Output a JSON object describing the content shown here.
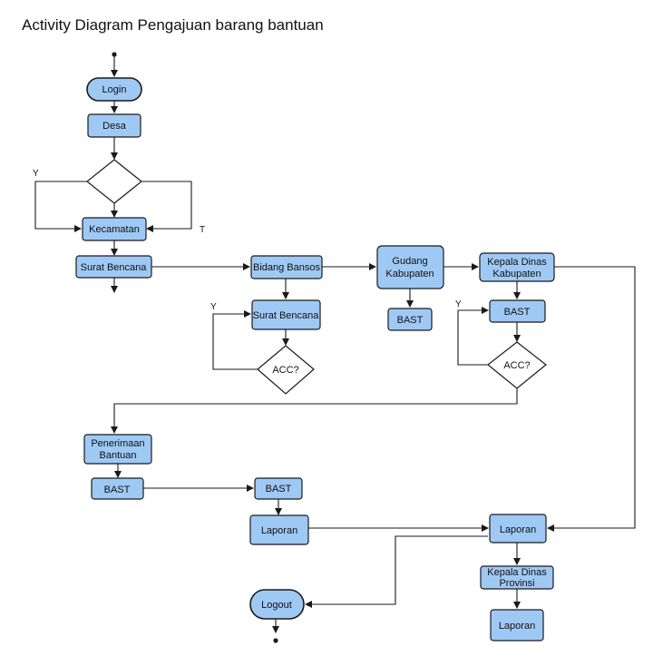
{
  "title": "Activity Diagram Pengajuan barang bantuan",
  "nodes": {
    "login": "Login",
    "desa": "Desa",
    "kecamatan": "Kecamatan",
    "surat_bencana_1": "Surat Bencana",
    "bidang_bansos": "Bidang Bansos",
    "surat_bencana_2": "Surat Bencana",
    "acc_1": "ACC?",
    "gudang_1": "Gudang",
    "gudang_2": "Kabupaten",
    "bast_gudang": "BAST",
    "kadis_kab_1": "Kepala Dinas",
    "kadis_kab_2": "Kabupaten",
    "bast_kadis": "BAST",
    "acc_2": "ACC?",
    "penerimaan_1": "Penerimaan",
    "penerimaan_2": "Bantuan",
    "bast_penerimaan": "BAST",
    "bast_2": "BAST",
    "laporan_1": "Laporan",
    "laporan_2": "Laporan",
    "kadis_prov_1": "Kepala Dinas",
    "kadis_prov_2": "Provinsi",
    "laporan_3": "Laporan",
    "logout": "Logout"
  },
  "labels": {
    "y_desa": "Y",
    "t_desa": "T",
    "y_acc1": "Y",
    "y_acc2": "Y"
  },
  "colors": {
    "node_fill": "#9fc9f5",
    "stroke": "#1a1a1a"
  }
}
